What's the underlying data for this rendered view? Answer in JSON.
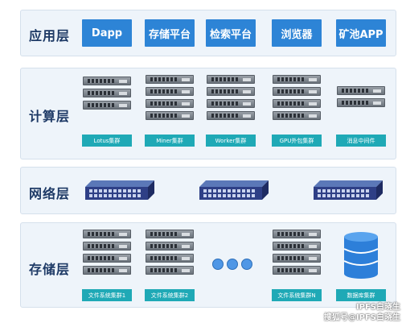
{
  "layers": {
    "app": {
      "label": "应用层",
      "items": [
        "Dapp",
        "存储平台",
        "检索平台",
        "浏览器",
        "矿池APP"
      ]
    },
    "compute": {
      "label": "计算层",
      "clusters": [
        "Lotus集群",
        "Miner集群",
        "Worker集群",
        "GPU外包集群",
        "消息中间件"
      ]
    },
    "network": {
      "label": "网络层"
    },
    "storage": {
      "label": "存储层",
      "clusters": [
        "文件系统集群1",
        "文件系统集群2",
        "文件系统集群N",
        "数据库集群"
      ]
    }
  },
  "icons": {
    "server": "server-rack-icon",
    "switch": "network-switch-icon",
    "database": "database-icon",
    "ellipsis": "ellipsis-dots-icon"
  },
  "colors": {
    "app_button": "#2d84d6",
    "cluster_tag": "#1fa9b6",
    "layer_bg": "#eef4fa",
    "label_text": "#1e3a66"
  },
  "watermark": {
    "line1": "IPFS白晓生",
    "line2": "搜狐号@IPFS白晓生"
  }
}
